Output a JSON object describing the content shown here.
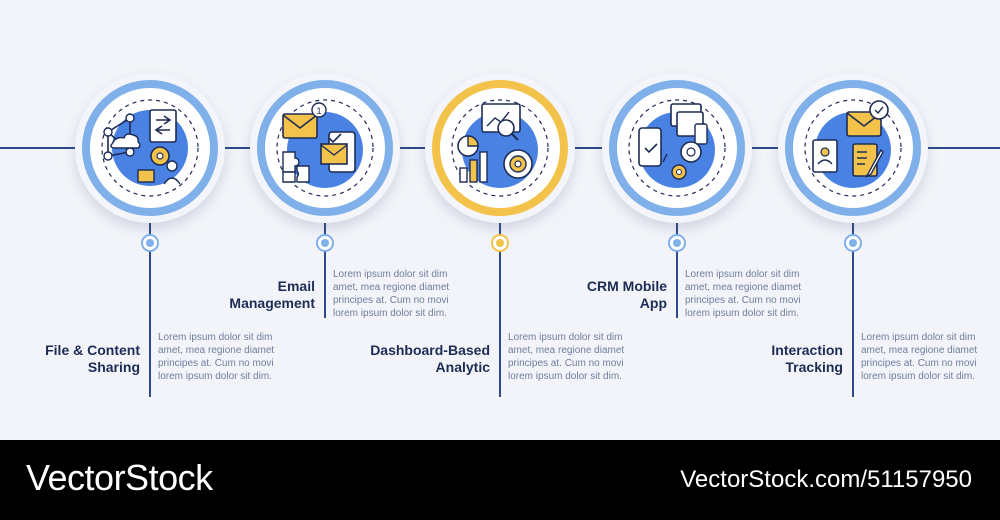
{
  "steps": [
    {
      "title": "File & Content\nSharing",
      "desc": "Lorem ipsum dolor sit dim amet, mea regione diamet principes at. Cum no movi lorem ipsum dolor sit dim.",
      "ring_color": "#7fb0ea",
      "icon": "file-sharing-icon"
    },
    {
      "title": "Email\nManagement",
      "desc": "Lorem ipsum dolor sit dim amet, mea regione diamet principes at. Cum no movi lorem ipsum dolor sit dim.",
      "ring_color": "#7fb0ea",
      "icon": "email-management-icon",
      "badge": "1"
    },
    {
      "title": "Dashboard-Based\nAnalytic",
      "desc": "Lorem ipsum dolor sit dim amet, mea regione diamet principes at. Cum no movi lorem ipsum dolor sit dim.",
      "ring_color": "#f3c24a",
      "icon": "dashboard-analytics-icon"
    },
    {
      "title": "CRM Mobile\nApp",
      "desc": "Lorem ipsum dolor sit dim amet, mea regione diamet principes at. Cum no movi lorem ipsum dolor sit dim.",
      "ring_color": "#7fb0ea",
      "icon": "crm-mobile-app-icon"
    },
    {
      "title": "Interaction\nTracking",
      "desc": "Lorem ipsum dolor sit dim amet, mea regione diamet principes at. Cum no movi lorem ipsum dolor sit dim.",
      "ring_color": "#7fb0ea",
      "icon": "interaction-tracking-icon"
    }
  ],
  "colors": {
    "primary_blue": "#4a82e4",
    "yellow": "#f3c24a",
    "dark": "#1d2c55",
    "line": "#2e4a86"
  },
  "watermark": {
    "left": "VectorStock",
    "right": "VectorStock.com/51157950"
  }
}
